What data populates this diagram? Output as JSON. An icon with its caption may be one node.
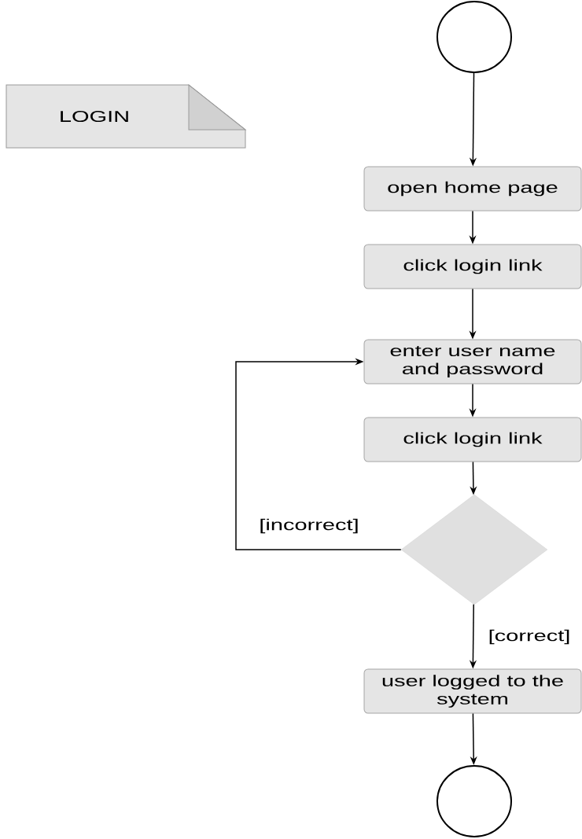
{
  "diagram": {
    "nodes": [
      {
        "text": [
          "LOGIN"
        ]
      },
      {
        "text": [],
        "shape": "circle"
      },
      {
        "text": [
          "open home page"
        ]
      },
      {
        "text": [
          "click login link"
        ]
      },
      {
        "text": [
          "enter user name and password"
        ]
      },
      {
        "text": [
          "click login link"
        ]
      },
      {
        "text": [],
        "shape": "diamond"
      },
      {
        "text": [
          "user logged to the system"
        ]
      },
      {
        "text": [],
        "shape": "circle"
      }
    ],
    "edges": [
      {
        "from": 1,
        "to": 2,
        "arrow": "to"
      },
      {
        "from": 2,
        "to": 3,
        "arrow": "to"
      },
      {
        "from": 3,
        "to": 4,
        "arrow": "to"
      },
      {
        "from": 4,
        "to": 5,
        "arrow": "to"
      },
      {
        "from": 5,
        "to": 6,
        "arrow": "to"
      },
      {
        "from": 6,
        "to": 4,
        "arrow": "to",
        "label": "[incorrect]"
      },
      {
        "from": 6,
        "to": 7,
        "arrow": "to",
        "label": "[correct]"
      },
      {
        "from": 7,
        "to": 8,
        "arrow": "to"
      }
    ]
  }
}
